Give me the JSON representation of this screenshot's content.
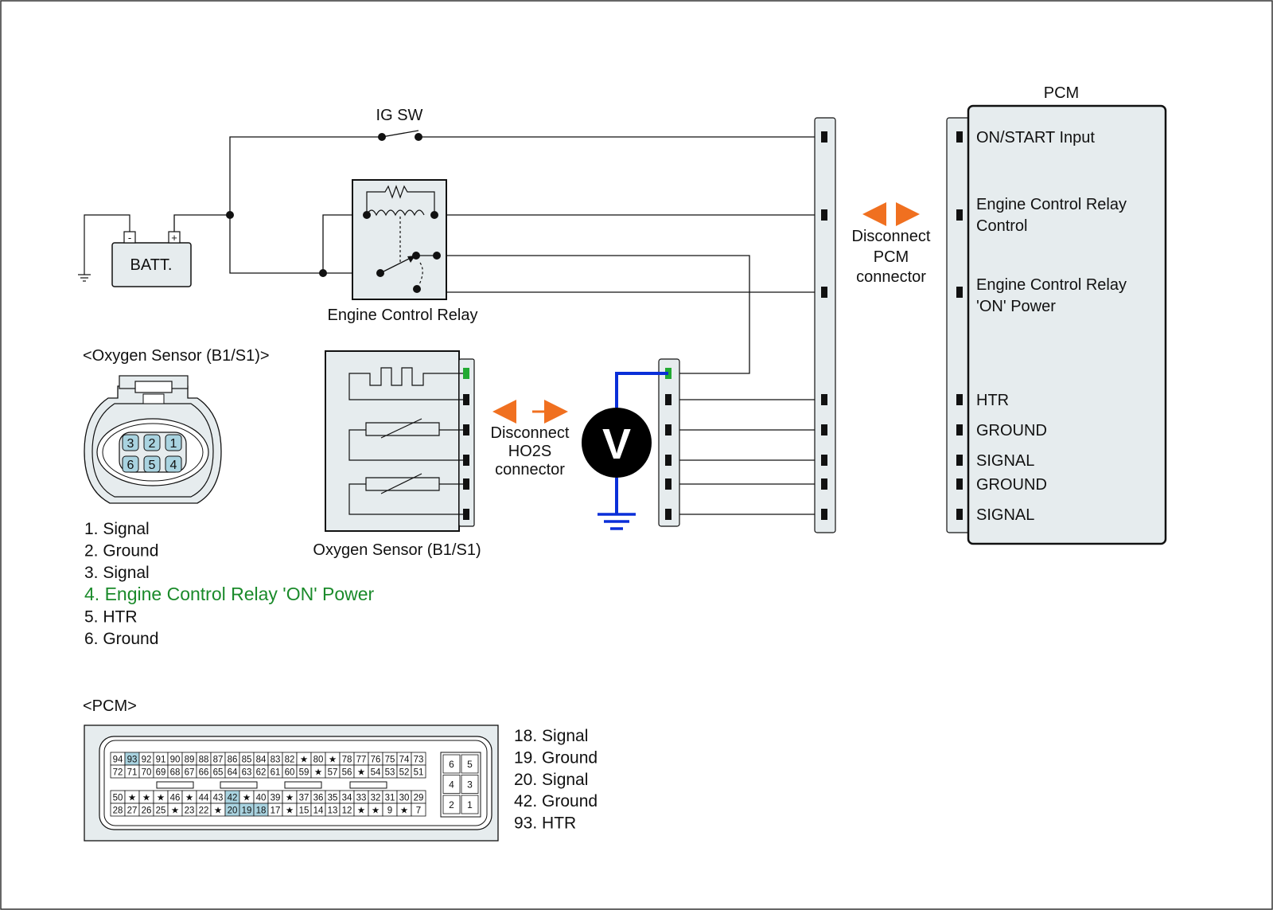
{
  "labels": {
    "ig_sw": "IG SW",
    "battery": "BATT.",
    "battery_neg": "-",
    "battery_pos": "+",
    "engine_control_relay": "Engine Control Relay",
    "pcm_title": "PCM",
    "disconnect_pcm": [
      "Disconnect",
      "PCM",
      "connector"
    ],
    "disconnect_ho2s": [
      "Disconnect",
      "HO2S",
      "connector"
    ],
    "oxygen_sensor_header": "<Oxygen Sensor (B1/S1)>",
    "oxygen_sensor_caption": "Oxygen Sensor (B1/S1)",
    "voltmeter": "V",
    "pcm_header": "<PCM>",
    "pcm_connector_small": [
      "6",
      "5",
      "4",
      "3",
      "2",
      "1"
    ]
  },
  "pcm_box": {
    "on_start": "ON/START Input",
    "relay_control": [
      "Engine Control Relay",
      "Control"
    ],
    "relay_on_power": [
      "Engine Control Relay",
      "'ON' Power"
    ],
    "pins": [
      "HTR",
      "GROUND",
      "SIGNAL",
      "GROUND",
      "SIGNAL"
    ]
  },
  "sensor_connector_pins": [
    {
      "row": 0,
      "labels": [
        "3",
        "2",
        "1"
      ]
    },
    {
      "row": 1,
      "labels": [
        "6",
        "5",
        "4"
      ]
    }
  ],
  "sensor_pin_list": [
    {
      "text": "1. Signal",
      "highlight": false
    },
    {
      "text": "2. Ground",
      "highlight": false
    },
    {
      "text": "3. Signal",
      "highlight": false
    },
    {
      "text": "4. Engine Control Relay 'ON' Power",
      "highlight": true
    },
    {
      "text": "5. HTR",
      "highlight": false
    },
    {
      "text": "6. Ground",
      "highlight": false
    }
  ],
  "pcm_pin_list": [
    "18. Signal",
    "19. Ground",
    "20. Signal",
    "42. Ground",
    "93. HTR"
  ],
  "pcm_connector_rows": [
    [
      "94",
      "93",
      "92",
      "91",
      "90",
      "89",
      "88",
      "87",
      "86",
      "85",
      "84",
      "83",
      "82",
      "★",
      "80",
      "★",
      "78",
      "77",
      "76",
      "75",
      "74",
      "73"
    ],
    [
      "72",
      "71",
      "70",
      "69",
      "68",
      "67",
      "66",
      "65",
      "64",
      "63",
      "62",
      "61",
      "60",
      "59",
      "★",
      "57",
      "56",
      "★",
      "54",
      "53",
      "52",
      "51"
    ],
    [
      "50",
      "★",
      "★",
      "★",
      "46",
      "★",
      "44",
      "43",
      "42",
      "★",
      "40",
      "39",
      "★",
      "37",
      "36",
      "35",
      "34",
      "33",
      "32",
      "31",
      "30",
      "29"
    ],
    [
      "28",
      "27",
      "26",
      "25",
      "★",
      "23",
      "22",
      "★",
      "20",
      "19",
      "18",
      "17",
      "★",
      "15",
      "14",
      "13",
      "12",
      "★",
      "★",
      "9",
      "★",
      "7"
    ]
  ],
  "pcm_connector_highlight": [
    "93",
    "42",
    "20",
    "19",
    "18"
  ],
  "colors": {
    "line": "#111111",
    "arrow": "#f07020",
    "highlight_text": "#1a8a2a",
    "highlight_pin": "#22aa33",
    "voltmeter_lead": "#0a2fd8",
    "connector_fill": "#e6ecee",
    "pin_highlight": "#a9d3e0"
  }
}
